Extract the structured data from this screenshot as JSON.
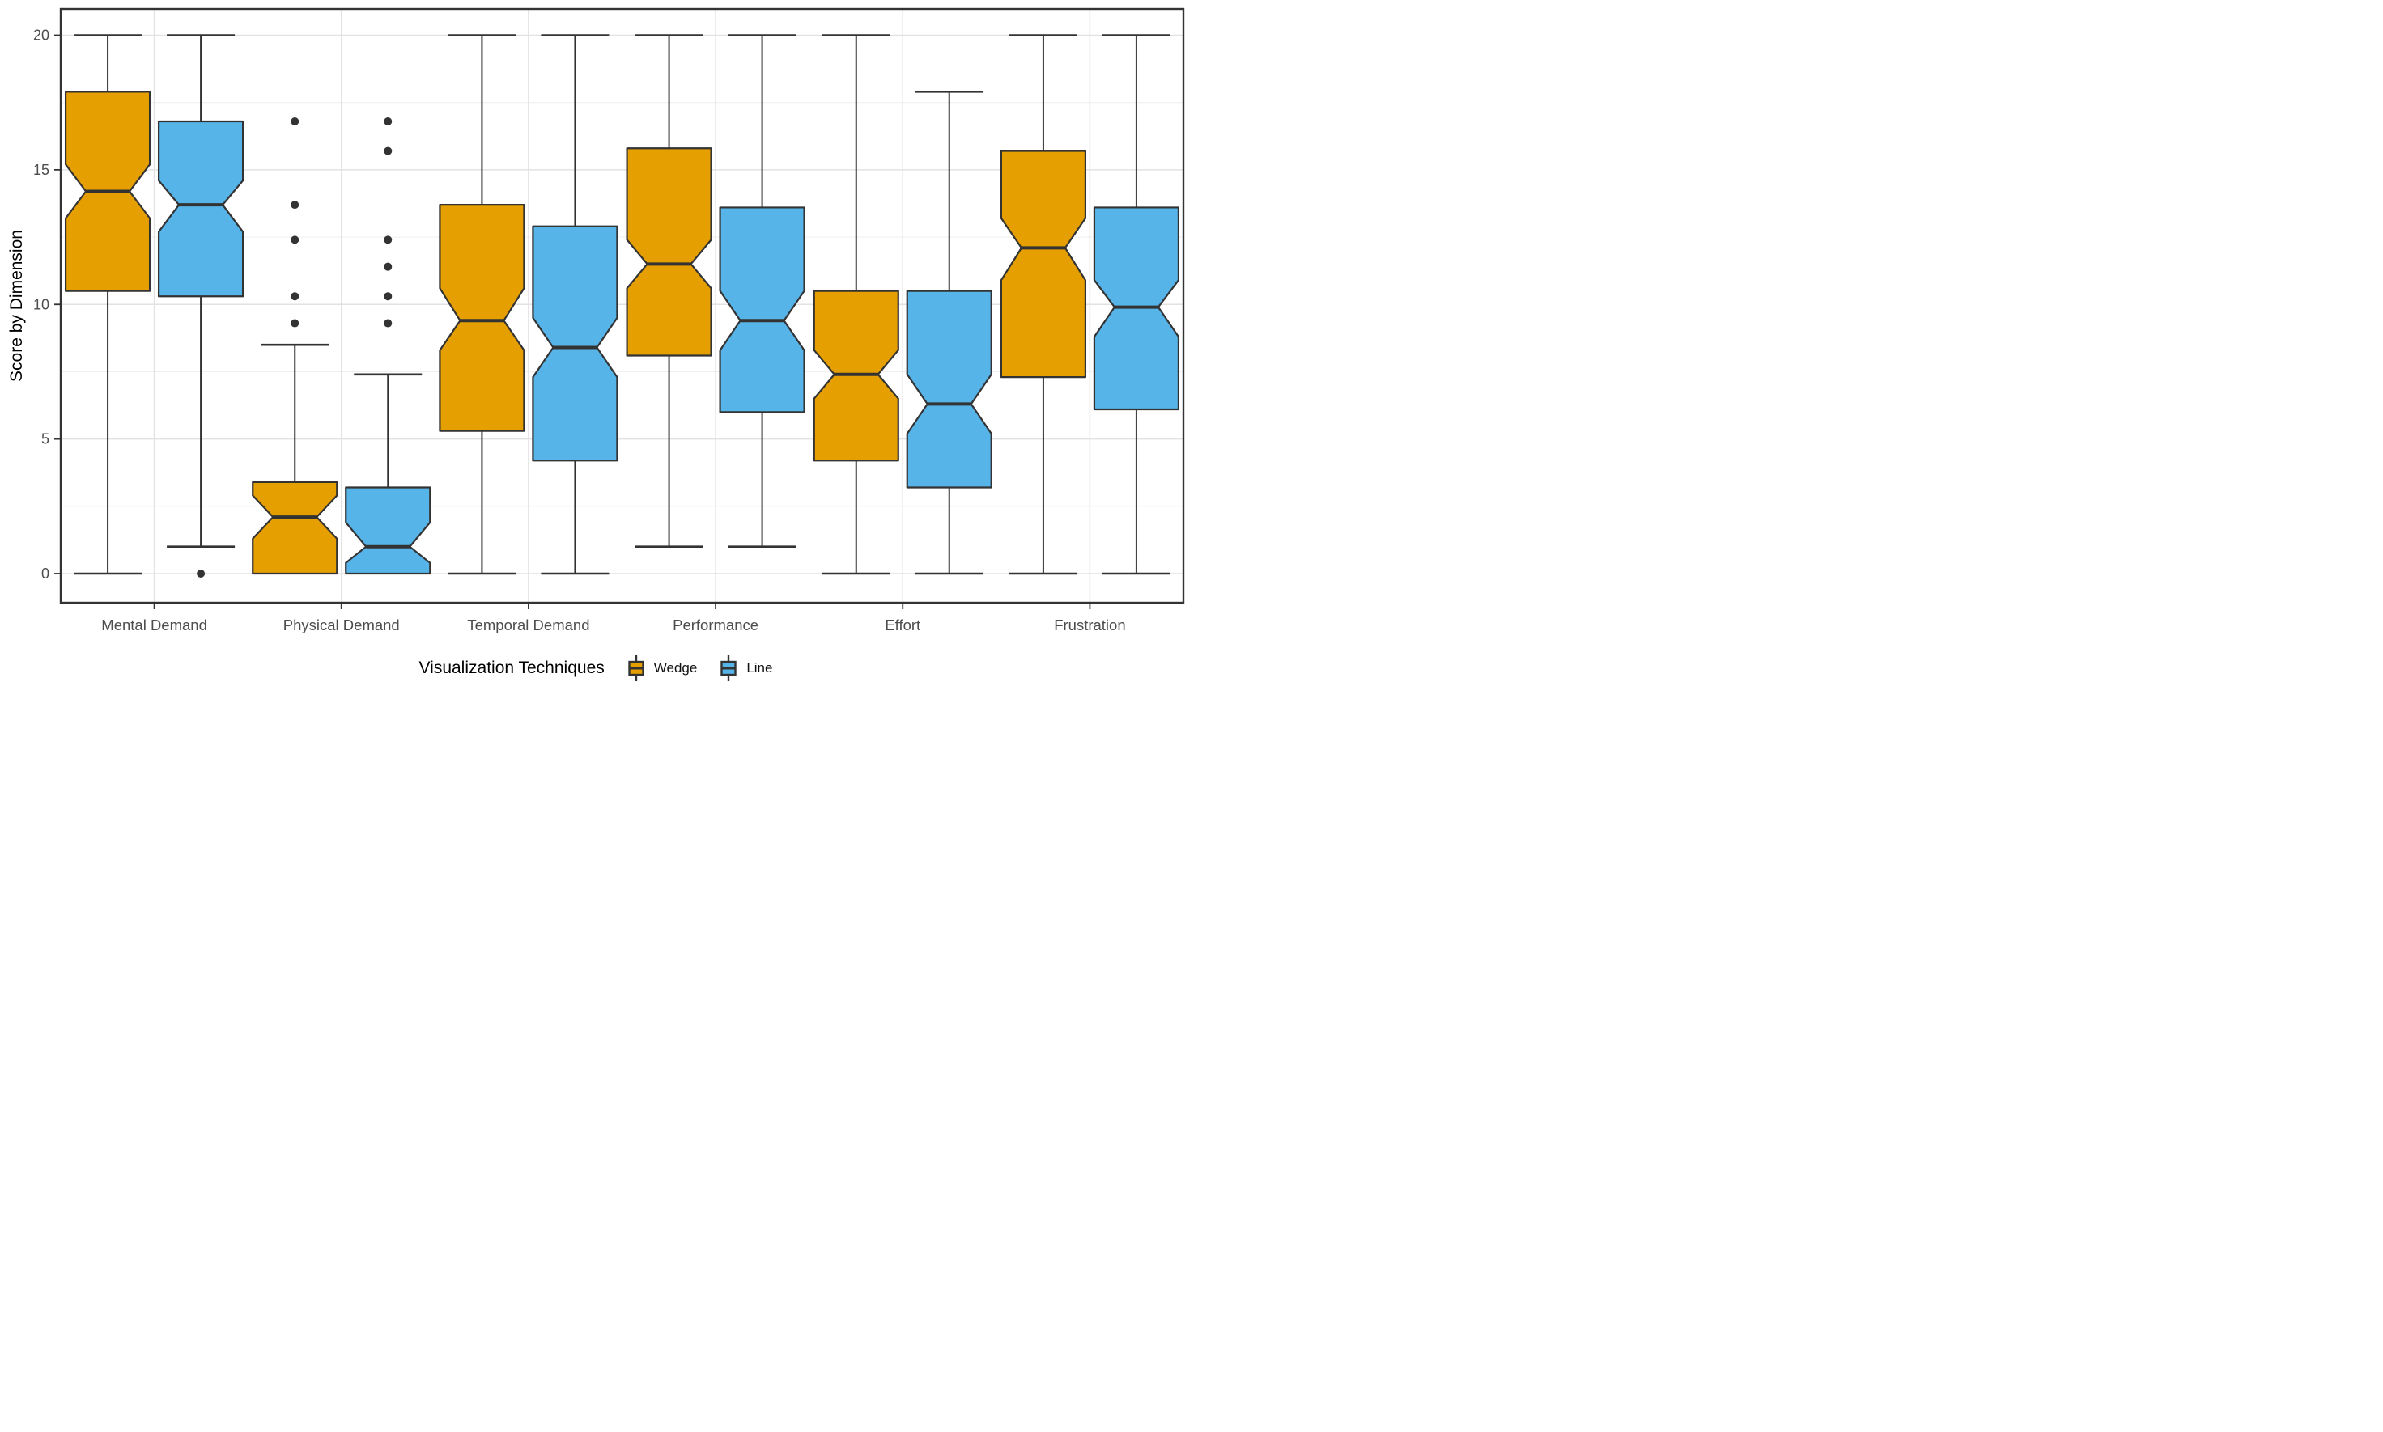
{
  "chart_data": {
    "type": "boxplot",
    "variant": "notched-grouped-dodged",
    "title": "",
    "xlabel": "",
    "ylabel": "Score by Dimension",
    "ylim": [
      0,
      20
    ],
    "yticks": [
      0,
      5,
      10,
      15,
      20
    ],
    "minor_gridlines": [
      2.5,
      7.5,
      12.5,
      17.5
    ],
    "grid": "on",
    "panel_border": true,
    "categories": [
      "Mental Demand",
      "Physical Demand",
      "Temporal Demand",
      "Performance",
      "Effort",
      "Frustration"
    ],
    "legend": {
      "title": "Visualization Techniques",
      "position": "bottom"
    },
    "colors": {
      "stroke": "#333333",
      "grid_major": "#e2e2e2",
      "grid_minor": "#f0f0f0",
      "tick_text": "#4d4d4d",
      "outlier": "#333333"
    },
    "series": [
      {
        "name": "Wedge",
        "color": "#E69F00",
        "stats": [
          {
            "category": "Mental Demand",
            "min": 0,
            "q1": 10.5,
            "median": 14.2,
            "q3": 17.9,
            "max": 20,
            "notch_low": 13.2,
            "notch_high": 15.2,
            "outliers": []
          },
          {
            "category": "Physical Demand",
            "min": 0,
            "q1": 0,
            "median": 2.1,
            "q3": 3.4,
            "max": 8.5,
            "notch_low": 1.3,
            "notch_high": 2.9,
            "outliers": [
              9.3,
              10.3,
              12.4,
              13.7,
              16.8
            ]
          },
          {
            "category": "Temporal Demand",
            "min": 0,
            "q1": 5.3,
            "median": 9.4,
            "q3": 13.7,
            "max": 20,
            "notch_low": 8.3,
            "notch_high": 10.6,
            "outliers": []
          },
          {
            "category": "Performance",
            "min": 1,
            "q1": 8.1,
            "median": 11.5,
            "q3": 15.8,
            "max": 20,
            "notch_low": 10.6,
            "notch_high": 12.4,
            "outliers": []
          },
          {
            "category": "Effort",
            "min": 0,
            "q1": 4.2,
            "median": 7.4,
            "q3": 10.5,
            "max": 20,
            "notch_low": 6.5,
            "notch_high": 8.3,
            "outliers": []
          },
          {
            "category": "Frustration",
            "min": 0,
            "q1": 7.3,
            "median": 12.1,
            "q3": 15.7,
            "max": 20,
            "notch_low": 10.9,
            "notch_high": 13.2,
            "outliers": []
          }
        ]
      },
      {
        "name": "Line",
        "color": "#56B4E9",
        "stats": [
          {
            "category": "Mental Demand",
            "min": 1,
            "q1": 10.3,
            "median": 13.7,
            "q3": 16.8,
            "max": 20,
            "notch_low": 12.7,
            "notch_high": 14.6,
            "outliers": [
              0
            ]
          },
          {
            "category": "Physical Demand",
            "min": 0,
            "q1": 0,
            "median": 1.0,
            "q3": 3.2,
            "max": 7.4,
            "notch_low": 0.4,
            "notch_high": 1.9,
            "outliers": [
              9.3,
              10.3,
              11.4,
              12.4,
              15.7,
              16.8
            ]
          },
          {
            "category": "Temporal Demand",
            "min": 0,
            "q1": 4.2,
            "median": 8.4,
            "q3": 12.9,
            "max": 20,
            "notch_low": 7.3,
            "notch_high": 9.5,
            "outliers": []
          },
          {
            "category": "Performance",
            "min": 1,
            "q1": 6.0,
            "median": 9.4,
            "q3": 13.6,
            "max": 20,
            "notch_low": 8.3,
            "notch_high": 10.5,
            "outliers": []
          },
          {
            "category": "Effort",
            "min": 0,
            "q1": 3.2,
            "median": 6.3,
            "q3": 10.5,
            "max": 17.9,
            "notch_low": 5.2,
            "notch_high": 7.4,
            "outliers": []
          },
          {
            "category": "Frustration",
            "min": 0,
            "q1": 6.1,
            "median": 9.9,
            "q3": 13.6,
            "max": 20,
            "notch_low": 8.8,
            "notch_high": 10.9,
            "outliers": []
          }
        ]
      }
    ]
  }
}
